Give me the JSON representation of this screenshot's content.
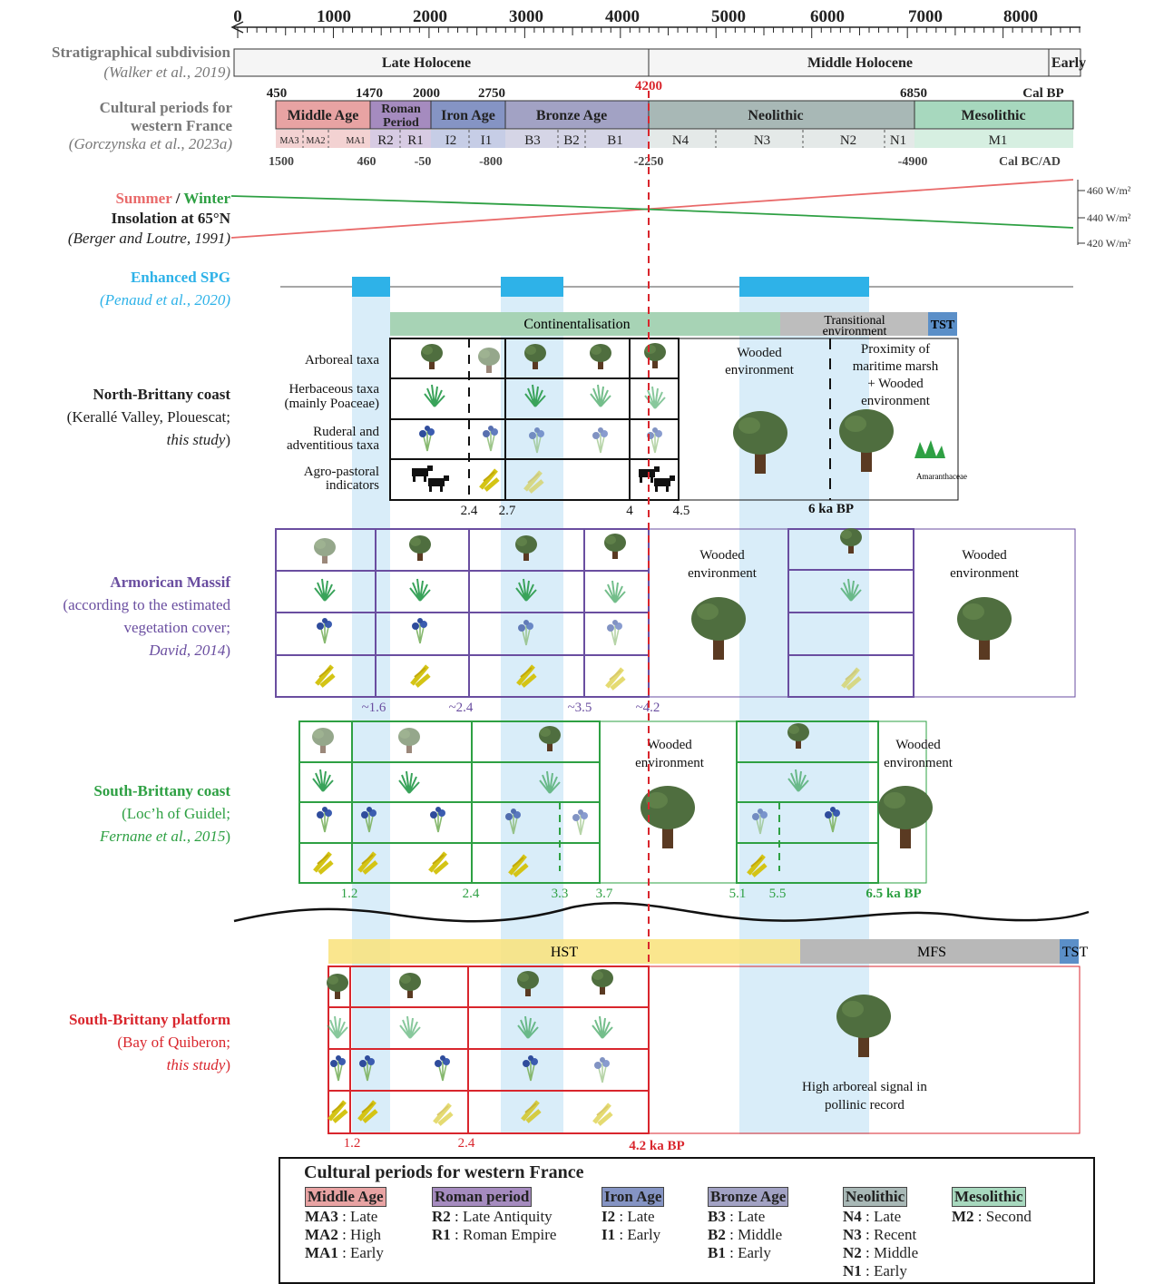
{
  "title_rows": {
    "strat": {
      "title": "Stratigraphical subdivision",
      "ref": "(Walker et al., 2019)"
    },
    "cultural": {
      "title_1": "Cultural periods for",
      "title_2": "western France",
      "ref": "(Gorczynska et al., 2023a)"
    },
    "insolation": {
      "summer": "Summer",
      "slash": " / ",
      "winter": "Winter",
      "title": "Insolation at 65°N",
      "ref": "(Berger and Loutre, 1991)"
    },
    "spg": {
      "title": "Enhanced SPG",
      "ref": "(Penaud et al., 2020)"
    },
    "north": {
      "title": "North-Brittany coast",
      "sub_1": "(Kerallé Valley, Plouescat;",
      "sub_2": "this study",
      "sub_2_end": ")"
    },
    "armorican": {
      "title": "Armorican Massif",
      "sub_1": "(according to the estimated",
      "sub_2": "vegetation cover;",
      "sub_3": "David, 2014",
      "sub_3_end": ")"
    },
    "south_coast": {
      "title": "South-Brittany coast",
      "sub_1": "(Loc’h of Guidel;",
      "sub_2": "Fernane et al., 2015",
      "sub_2_end": ")"
    },
    "platform": {
      "title": "South-Brittany platform",
      "sub_1": "(Bay of Quiberon;",
      "sub_2": "this study",
      "sub_2_end": ")"
    }
  },
  "axis": {
    "ticks": [
      "0",
      "1000",
      "2000",
      "3000",
      "4000",
      "5000",
      "6000",
      "7000",
      "8000"
    ]
  },
  "strat_boxes": {
    "late": "Late Holocene",
    "middle": "Middle Holocene",
    "early": "Early"
  },
  "event": {
    "value": "4200",
    "label_platform": "4.2 ka BP"
  },
  "cal_bp": {
    "values": [
      "450",
      "1470",
      "2000",
      "2750",
      "6850"
    ],
    "unit": "Cal BP"
  },
  "cal_bcad": {
    "values": [
      "1500",
      "460",
      "-50",
      "-800",
      "-2250",
      "-4900"
    ],
    "unit": "Cal BC/AD"
  },
  "periods": [
    {
      "label": "Middle Age",
      "color": "#e8a3a3"
    },
    {
      "label_1": "Roman",
      "label_2": "Period",
      "color": "#a58bbf"
    },
    {
      "label": "Iron Age",
      "color": "#8594c4"
    },
    {
      "label": "Bronze Age",
      "color": "#a2a2c4"
    },
    {
      "label": "Neolithic",
      "color": "#a8b8b6"
    },
    {
      "label": "Mesolithic",
      "color": "#a7d8be"
    }
  ],
  "subperiods": [
    "MA3",
    "MA2",
    "MA1",
    "R2",
    "R1",
    "I2",
    "I1",
    "B3",
    "B2",
    "B1",
    "N4",
    "N3",
    "N2",
    "N1",
    "M1"
  ],
  "insolation_ticks": [
    "460 W/m²",
    "440 W/m²",
    "420 W/m²"
  ],
  "north": {
    "continentalisation": "Continentalisation",
    "transitional_1": "Transitional",
    "transitional_2": "environment",
    "tst": "TST",
    "rows": [
      "Arboreal taxa",
      "Herbaceous taxa",
      "(mainly Poaceae)",
      "Ruderal and",
      "adventitious taxa",
      "Agro-pastoral",
      "indicators"
    ],
    "wooded_1": "Wooded",
    "wooded_2": "environment",
    "marsh": [
      "Proximity of",
      "maritime marsh",
      "+ Wooded",
      "environment"
    ],
    "amaranth": "Amaranthaceae",
    "ticks": [
      "2.4",
      "2.7",
      "4",
      "4.5"
    ],
    "ka6": "6 ka BP"
  },
  "armorican": {
    "wooded_1": "Wooded",
    "wooded_2": "environment",
    "ticks": [
      "~1.6",
      "~2.4",
      "~3.5",
      "~4.2"
    ]
  },
  "south_coast": {
    "wooded_1": "Wooded",
    "wooded_2": "environment",
    "ticks": [
      "1.2",
      "2.4",
      "3.3",
      "3.7",
      "5.1",
      "5.5",
      "6.5 ka BP"
    ]
  },
  "platform": {
    "hst": "HST",
    "mfs": "MFS",
    "tst": "TST",
    "ticks": [
      "1.2",
      "2.4"
    ],
    "signal_1": "High arboreal signal in",
    "signal_2": "pollinic record"
  },
  "legend": {
    "title": "Cultural periods for western France",
    "cols": [
      {
        "header": "Middle Age",
        "color": "#e8a3a3",
        "items": [
          [
            "MA3",
            " : Late"
          ],
          [
            "MA2",
            " : High"
          ],
          [
            "MA1",
            " : Early"
          ]
        ]
      },
      {
        "header": "Roman period",
        "color": "#a58bbf",
        "items": [
          [
            "R2",
            " : Late Antiquity"
          ],
          [
            "R1",
            " : Roman Empire"
          ]
        ]
      },
      {
        "header": "Iron Age",
        "color": "#8594c4",
        "items": [
          [
            "I2",
            " : Late"
          ],
          [
            "I1",
            " : Early"
          ]
        ]
      },
      {
        "header": "Bronze Age",
        "color": "#a2a2c4",
        "items": [
          [
            "B3",
            " : Late"
          ],
          [
            "B2",
            " : Middle"
          ],
          [
            "B1",
            " : Early"
          ]
        ]
      },
      {
        "header": "Neolithic",
        "color": "#a8b8b6",
        "items": [
          [
            "N4",
            " : Late"
          ],
          [
            "N3",
            " : Recent"
          ],
          [
            "N2",
            " : Middle"
          ],
          [
            "N1",
            " : Early"
          ]
        ]
      },
      {
        "header": "Mesolithic",
        "color": "#a7d8be",
        "items": [
          [
            "M2",
            " : Second"
          ]
        ]
      }
    ]
  },
  "colors": {
    "purple": "#6a4ea0",
    "green": "#2ea043",
    "red": "#d9262d",
    "spg": "#2eb2e8",
    "grey": "#6b6b6b"
  }
}
